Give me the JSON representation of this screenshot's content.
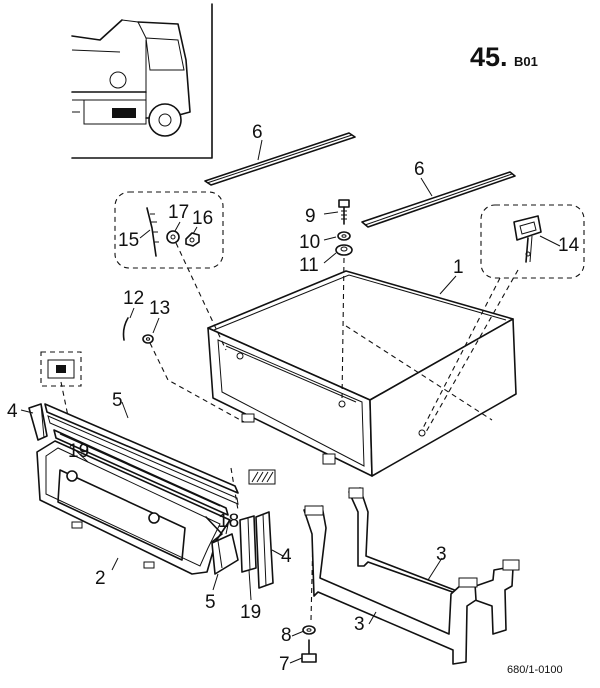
{
  "page_code": {
    "main": "45.",
    "suffix": "B01"
  },
  "drawing_number": "680/1-0100",
  "callouts": {
    "c1": "1",
    "c2": "2",
    "c3a": "3",
    "c3b": "3",
    "c4a": "4",
    "c4b": "4",
    "c5a": "5",
    "c5b": "5",
    "c6a": "6",
    "c6b": "6",
    "c7": "7",
    "c8": "8",
    "c9": "9",
    "c10": "10",
    "c11": "11",
    "c12": "12",
    "c13": "13",
    "c14": "14",
    "c15": "15",
    "c16": "16",
    "c17": "17",
    "c18": "18",
    "c19a": "19",
    "c19b": "19"
  }
}
